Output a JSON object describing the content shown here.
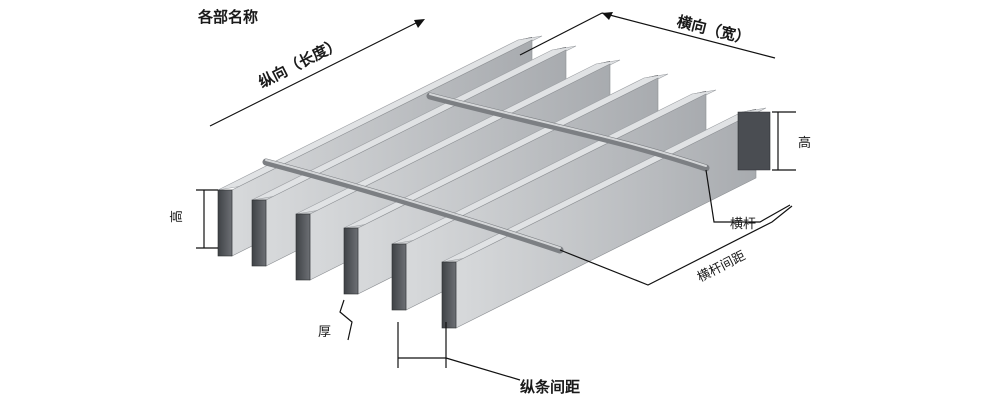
{
  "diagram": {
    "title": "各部名称",
    "labels": {
      "longitudinal": "纵向（长度）",
      "transverse": "横向（宽）",
      "height_left": "高",
      "height_right": "高",
      "crossbar": "横杆",
      "crossbar_spacing": "横杆间距",
      "thickness": "厚",
      "bearing_bar_spacing": "纵条间距"
    }
  },
  "colors": {
    "bar_face": "#5e6166",
    "bar_top": "#e3e5e7",
    "bar_side": "#b9bcbf",
    "crossbar": "#9a9da1"
  }
}
